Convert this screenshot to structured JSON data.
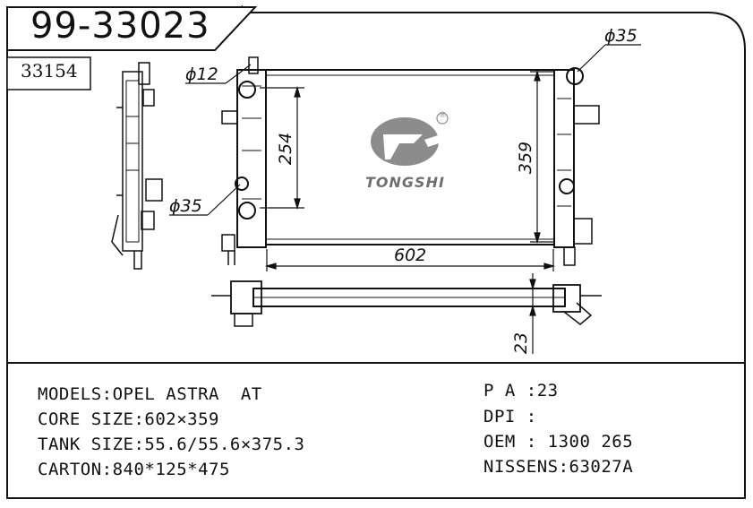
{
  "header": {
    "part_number": "99-33023",
    "alt_number": "33154"
  },
  "brand": {
    "name": "TONGSHI",
    "registered_mark": "®"
  },
  "dimensions": {
    "pipe_top_right": "ϕ35",
    "pipe_top_left": "ϕ12",
    "pipe_mid_left": "ϕ35",
    "tank_height": "254",
    "core_height": "359",
    "core_width": "602",
    "thickness": "23"
  },
  "specs_left": [
    "MODELS:OPEL ASTRA  AT",
    "CORE SIZE:602×359",
    "TANK SIZE:55.6/55.6×375.3",
    "CARTON:840*125*475"
  ],
  "specs_right": [
    "P A :23",
    "DPI :",
    "OEM : 1300 265",
    "NISSENS:63027A"
  ]
}
